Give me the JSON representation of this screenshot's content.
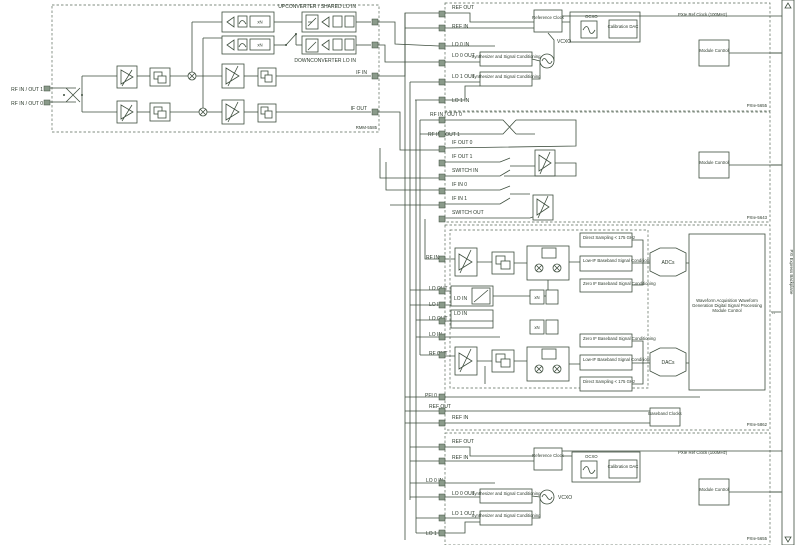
{
  "modules": {
    "rmm": {
      "name": "RMM-5585",
      "labels": {
        "up": "UPCONVERTER / SHARED LO IN",
        "down": "DOWNCONVERTER LO IN",
        "if_in": "IF IN",
        "if_out": "IF OUT",
        "rf_io1": "RF IN / OUT 1",
        "rf_io0": "RF IN / OUT 0"
      }
    },
    "lo_top": {
      "name": "PXIe-5655",
      "ports": [
        "REF OUT",
        "REF IN",
        "LO 0 IN",
        "LO 0 OUT",
        "LO 1 OUT",
        "LO 1 IN"
      ],
      "ref_clock": "Reference Clock",
      "ocxo": "OCXO",
      "cal_dac": "Calibration DAC",
      "synth": "Synthesizer and Signal Conditioning",
      "vcxo": "VCXO",
      "module_control": "Module Control",
      "pxie_ref": "PXIe Ref Clock (100MHz)"
    },
    "switch": {
      "name": "PXIe-5643",
      "ports": [
        "RF IN / OUT 0",
        "RF IN / OUT 1",
        "IF OUT 0",
        "IF OUT 1",
        "SWITCH IN",
        "IF IN 0",
        "IF IN 1",
        "SWITCH OUT"
      ],
      "module_control": "Module Control"
    },
    "vst": {
      "name": "PXIe-5862",
      "ports": [
        "RF IN",
        "LO OUT",
        "LO IN",
        "LO OUT",
        "LO IN",
        "RF OUT",
        "PFI 0",
        "REF OUT",
        "REF IN"
      ],
      "rx_paths": [
        "Direct Sampling < 175 GHz",
        "Low-IF Baseband Signal Conditioning",
        "Zero IF Baseband Signal Conditioning"
      ],
      "tx_paths": [
        "Zero IF Baseband Signal Conditioning",
        "Low-IF Baseband Signal Conditioning",
        "Direct Sampling < 175 GHz"
      ],
      "adc": "ADCs",
      "dac": "DACs",
      "fpga": "Waveform Acquisition Waveform Generation Digital Signal Processing Module Control",
      "baseband_clock": "Baseband Clocks",
      "lo_in_box": "LO IN",
      "lo_in_box2": "LO IN"
    },
    "lo_bot": {
      "name": "PXIe-5655",
      "ports": [
        "REF OUT",
        "REF IN",
        "LO 0 IN",
        "LO 0 OUT",
        "LO 1 OUT",
        "LO 1 IN"
      ],
      "ref_clock": "Reference Clock",
      "ocxo": "OCXO",
      "cal_dac": "Calibration DAC",
      "synth": "Synthesizer and Signal Conditioning",
      "vcxo": "VCXO",
      "module_control": "Module Control",
      "pxie_ref": "PXIe Ref Clock (100MHz)"
    }
  },
  "backplane": "PXI Express Backplane",
  "misc": {
    "xn": "xN"
  }
}
